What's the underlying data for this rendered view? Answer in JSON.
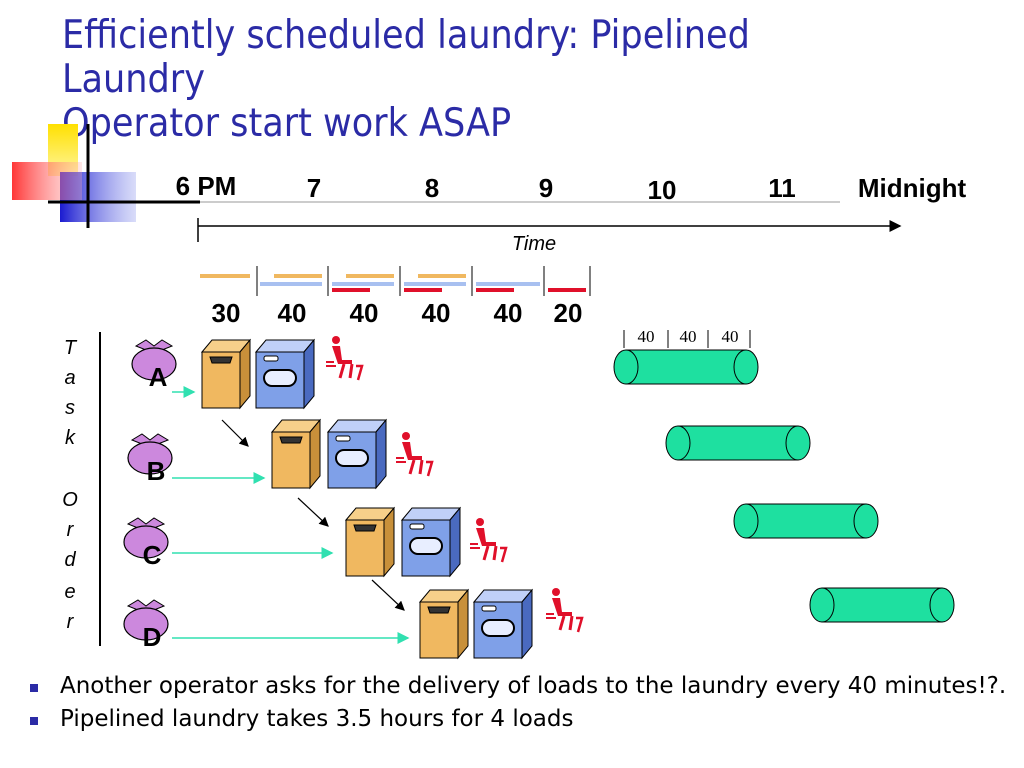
{
  "title": {
    "line1": "Efficiently scheduled laundry: Pipelined",
    "line2": "Laundry",
    "line3": "Operator start work ASAP"
  },
  "timeline": {
    "ticks": [
      "6 PM",
      "7",
      "8",
      "9",
      "10",
      "11",
      "Midnight"
    ],
    "axis_label": "Time",
    "durations": [
      "30",
      "40",
      "40",
      "40",
      "40",
      "20"
    ]
  },
  "task_order_label": [
    "T",
    "a",
    "s",
    "k",
    "",
    "O",
    "r",
    "d",
    "e",
    "r"
  ],
  "tasks": [
    "A",
    "B",
    "C",
    "D"
  ],
  "cylinder_durations": [
    "40",
    "40",
    "40"
  ],
  "bullets": [
    "Another operator asks for the delivery of loads to the laundry every 40 minutes!?.",
    "Pipelined laundry takes 3.5 hours for 4 loads"
  ],
  "colors": {
    "title": "#2b2ba6",
    "washer": "#f0b860",
    "dryer": "#7fa0e8",
    "operator": "#e0102a",
    "cylinder": "#1ee0a0",
    "arrow": "#30e0b0"
  }
}
